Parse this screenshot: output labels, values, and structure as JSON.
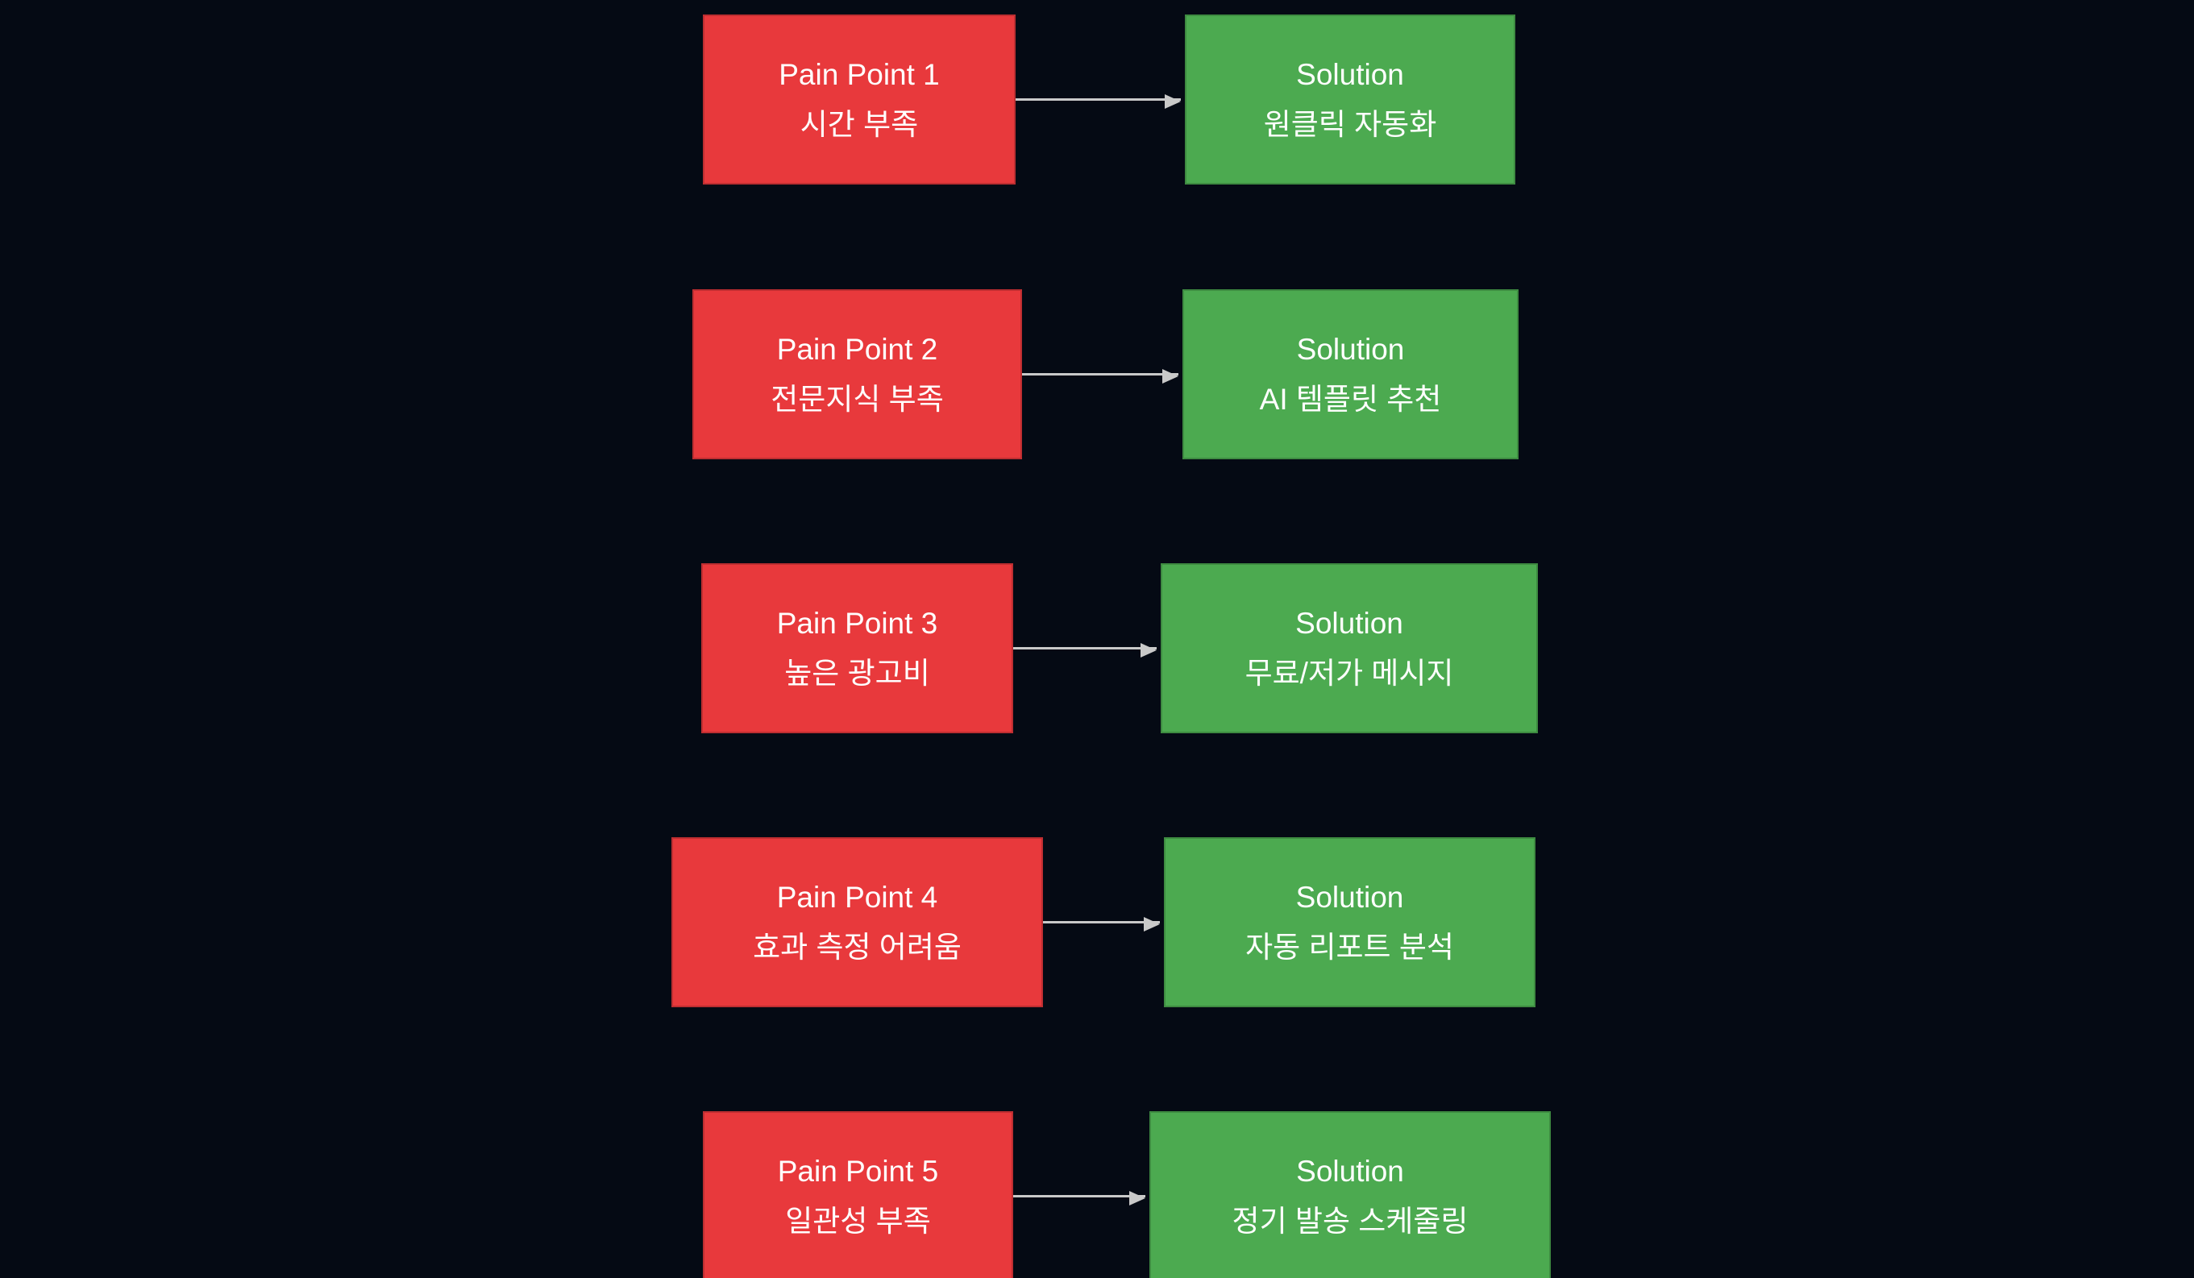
{
  "diagram": {
    "background_color": "#050a14",
    "pain_color": "#e8393c",
    "solution_color": "#4caa50",
    "arrow_color": "#c9c9c9",
    "text_color": "#ffffff",
    "rows": [
      {
        "pain_title": "Pain Point 1",
        "pain_subtitle": "시간 부족",
        "solution_title": "Solution",
        "solution_subtitle": "원클릭 자동화"
      },
      {
        "pain_title": "Pain Point 2",
        "pain_subtitle": "전문지식 부족",
        "solution_title": "Solution",
        "solution_subtitle": "AI 템플릿 추천"
      },
      {
        "pain_title": "Pain Point 3",
        "pain_subtitle": "높은 광고비",
        "solution_title": "Solution",
        "solution_subtitle": "무료/저가 메시지"
      },
      {
        "pain_title": "Pain Point 4",
        "pain_subtitle": "효과 측정 어려움",
        "solution_title": "Solution",
        "solution_subtitle": "자동 리포트 분석"
      },
      {
        "pain_title": "Pain Point 5",
        "pain_subtitle": "일관성 부족",
        "solution_title": "Solution",
        "solution_subtitle": "정기 발송 스케줄링"
      }
    ]
  }
}
